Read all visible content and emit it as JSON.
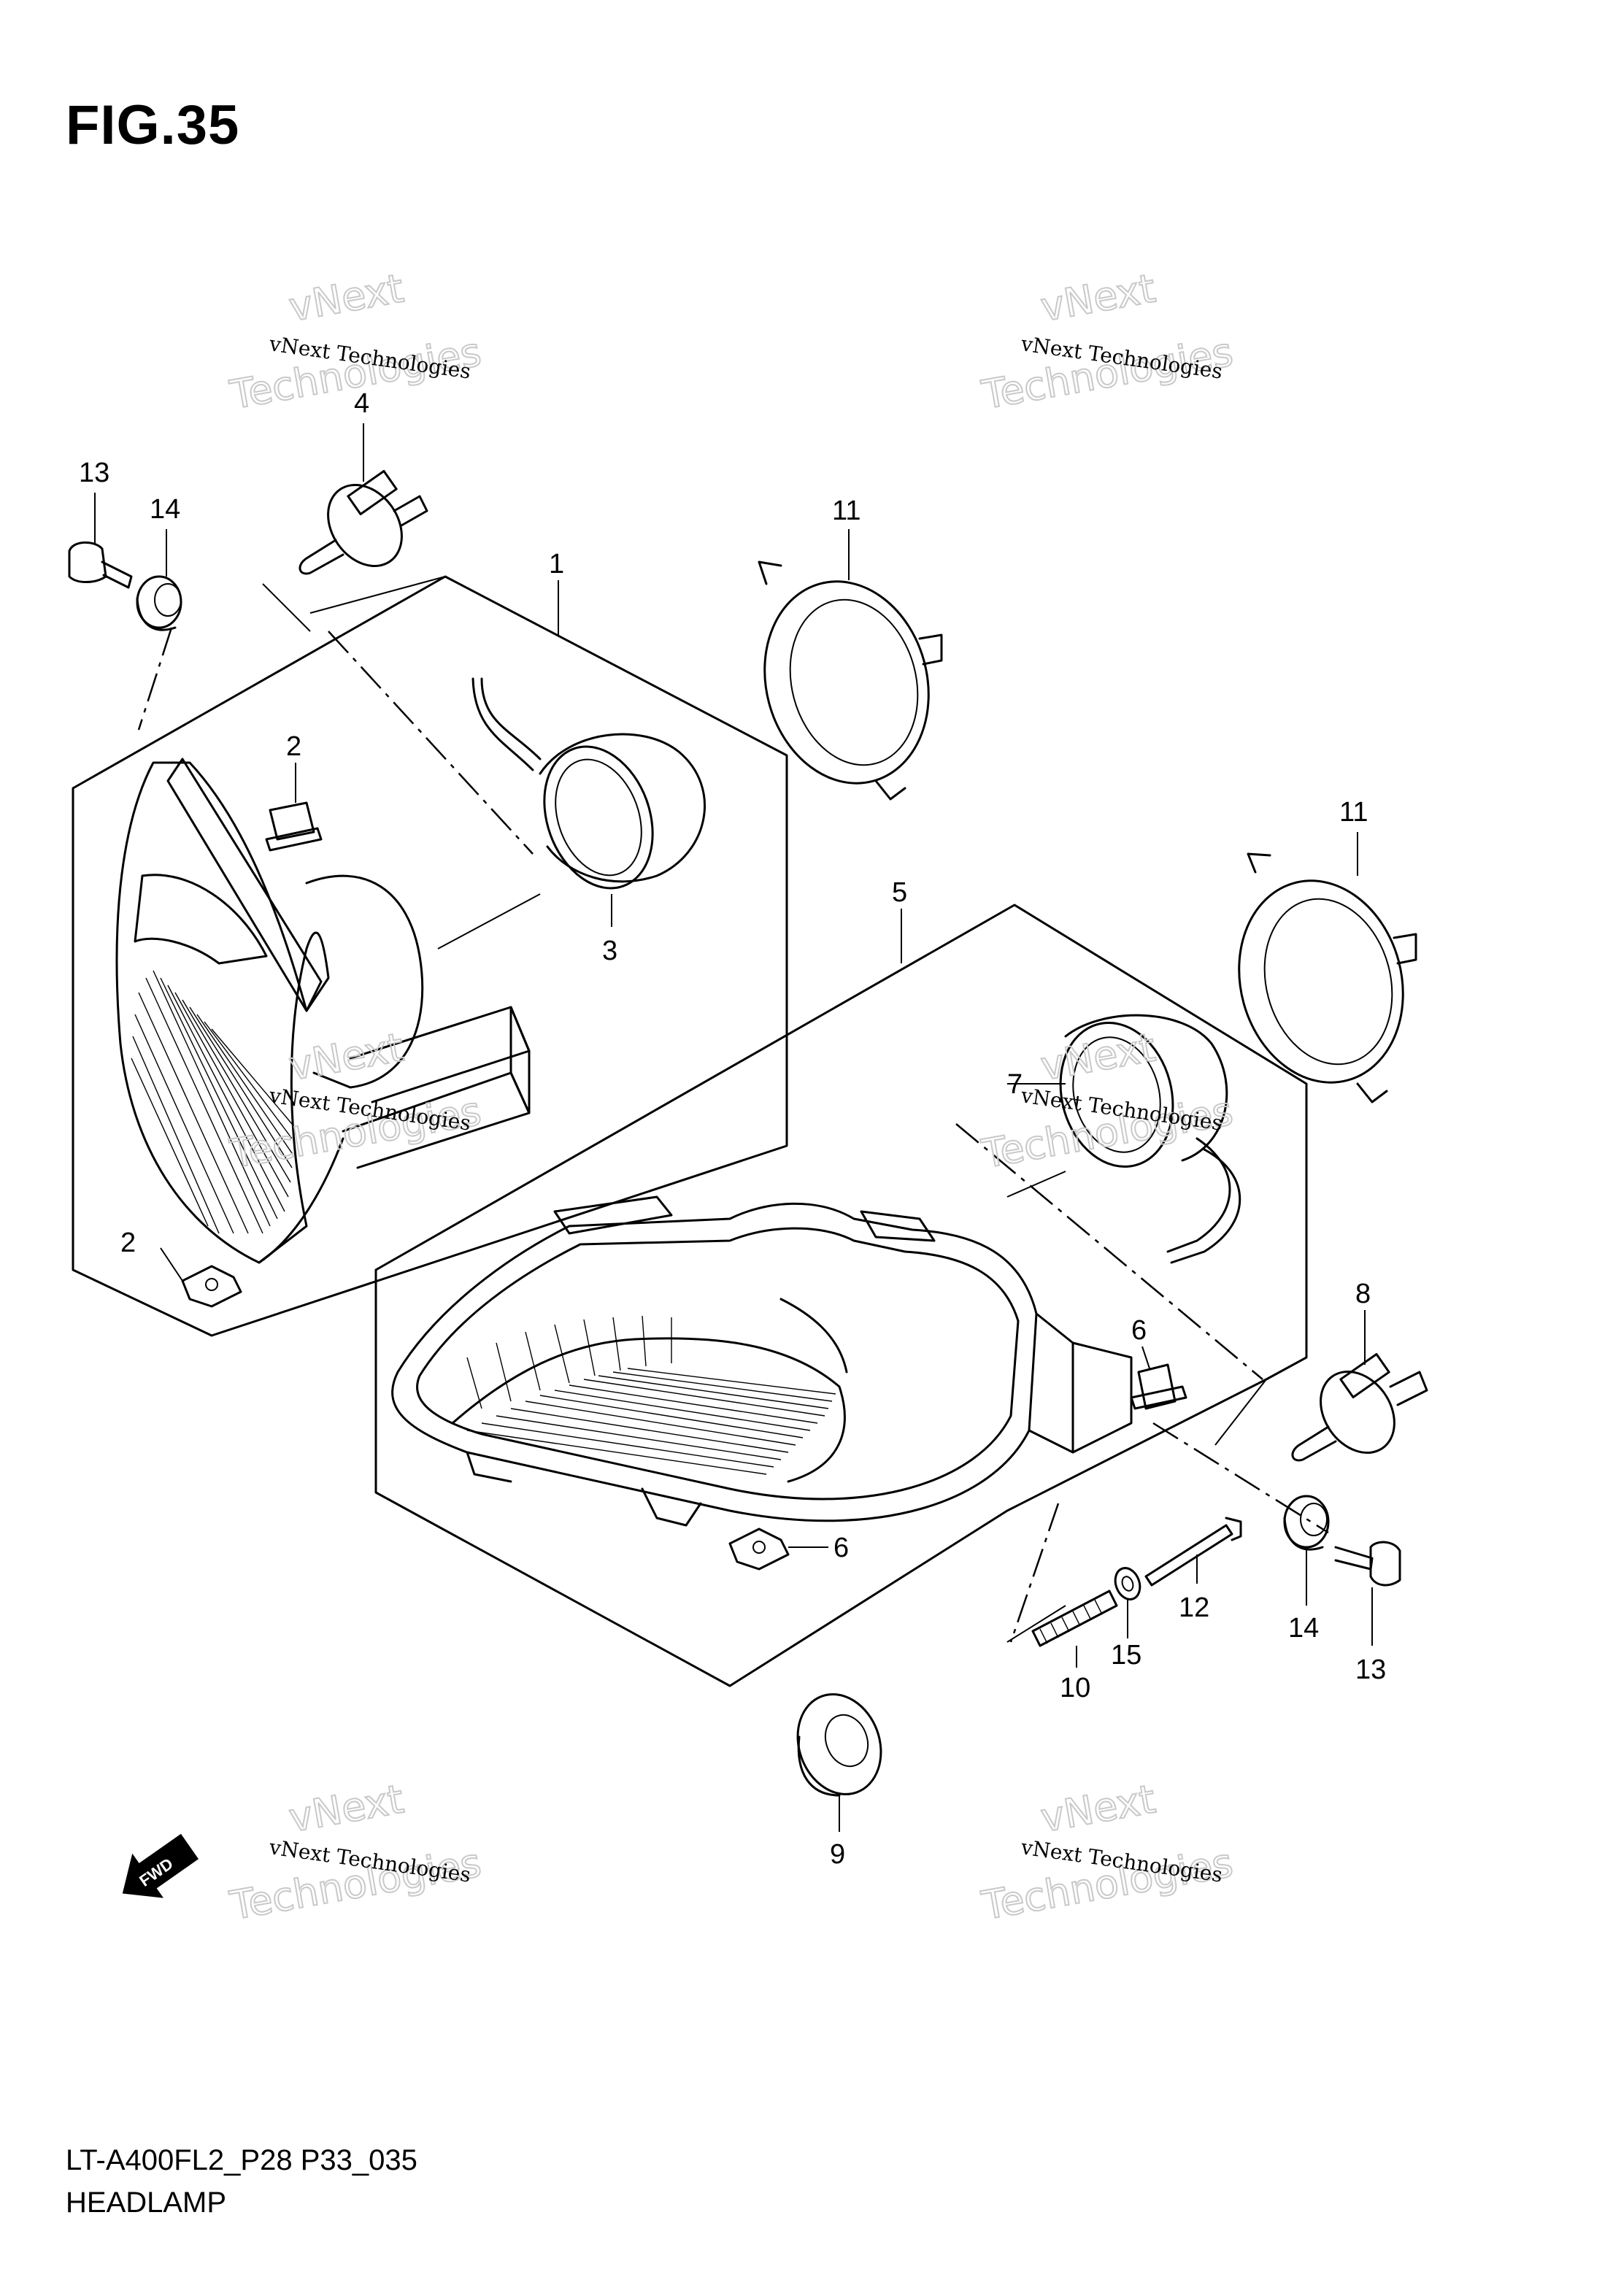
{
  "figure": {
    "title": "FIG.35",
    "model_code": "LT-A400FL2_P28 P33_035",
    "section_name": "HEADLAMP"
  },
  "watermark": {
    "line1": "vNext Technologies",
    "line2": "vNext",
    "line3": "Technologies"
  },
  "fwd_label": "FWD",
  "callouts": {
    "c1": "1",
    "c2a": "2",
    "c2b": "2",
    "c3": "3",
    "c4": "4",
    "c5": "5",
    "c6a": "6",
    "c6b": "6",
    "c7": "7",
    "c8": "8",
    "c9": "9",
    "c10": "10",
    "c11a": "11",
    "c11b": "11",
    "c12": "12",
    "c13a": "13",
    "c13b": "13",
    "c14a": "14",
    "c14b": "14",
    "c15": "15"
  }
}
